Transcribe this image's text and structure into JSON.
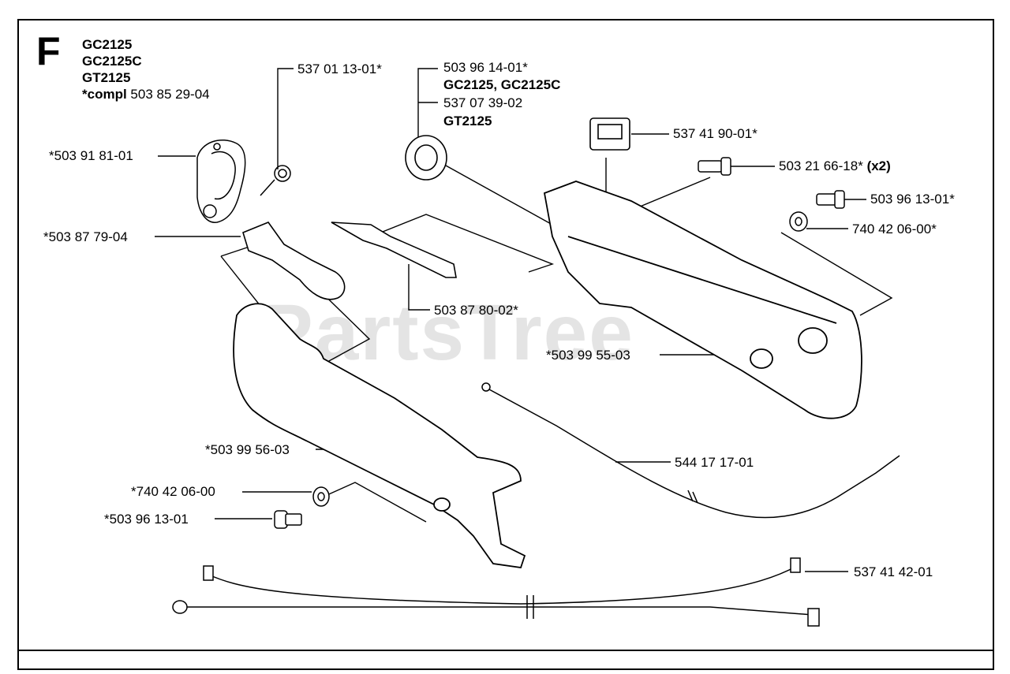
{
  "section": {
    "letter": "F",
    "models": [
      "GC2125",
      "GC2125C",
      "GT2125"
    ],
    "compl_prefix": "*compl",
    "compl_number": "503 85 29-04"
  },
  "watermark": "PartsTree",
  "parts": {
    "p1": "537 01 13-01*",
    "p2a": "503 96 14-01*",
    "p2a_models": "GC2125, GC2125C",
    "p2b": "537 07 39-02",
    "p2b_models": "GT2125",
    "p3": "537 41 90-01*",
    "p4": "503 21 66-18*",
    "p4_qty": "(x2)",
    "p5": "503 96 13-01*",
    "p6": "740 42 06-00*",
    "p7": "*503 91 81-01",
    "p8": "*503 87 79-04",
    "p9": "503 87 80-02*",
    "p10": "*503 99 55-03",
    "p11": "*503 99 56-03",
    "p12": "544 17 17-01",
    "p13": "*740 42 06-00",
    "p14": "*503 96 13-01",
    "p15": "537 41 42-01"
  }
}
